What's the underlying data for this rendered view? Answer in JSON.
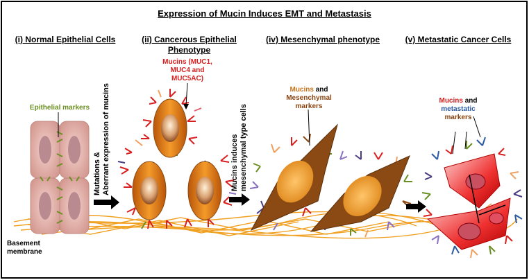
{
  "title": "Expression of Mucin Induces EMT and Metastasis",
  "panels": {
    "p1": "(i) Normal Epithelial Cells",
    "p2_line1": "(ii) Cancerous Epithelial",
    "p2_line2": "Phenotype",
    "p4": "(iv) Mesenchymal phenotype",
    "p5": "(v) Metastatic Cancer Cells"
  },
  "labels": {
    "epithelial_markers": "Epithelial markers",
    "mucins_l1": "Mucins (MUC1,",
    "mucins_l2": "MUC4 and",
    "mucins_l3": "MUC5AC)",
    "mesen_mucins": "Mucins",
    "mesen_and": " and",
    "mesen_l2": "Mesenchymal",
    "mesen_l3": "markers",
    "meta_mucins": "Mucins",
    "meta_and": " and",
    "meta_l2": "metastatic",
    "meta_l3": "markers",
    "basement_l1": "Basement",
    "basement_l2": "membrane"
  },
  "transitions": {
    "t1_line1": "Mutations &",
    "t1_line2": "Aberrant  expression of mucins",
    "t2_line1": "Mucins induces",
    "t2_line2": "mesenchymal type cells"
  },
  "colors": {
    "mucin_red": "#d81e1e",
    "marker_green": "#6b8f23",
    "cell_orange": "#e07b16",
    "mesenchymal_brown": "#8b4a14",
    "membrane_orange": "#f0a020",
    "epithelial_pink": "#e8b4ae"
  }
}
